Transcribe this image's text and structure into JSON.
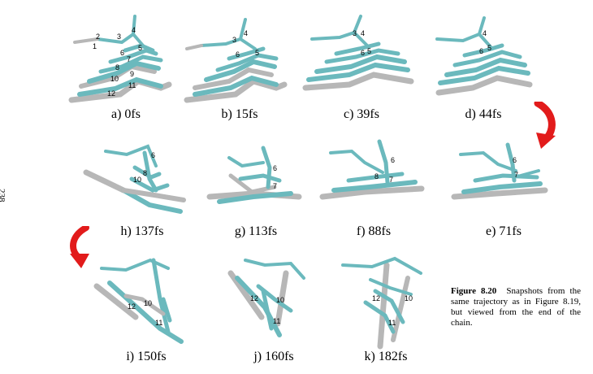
{
  "page_number": "238",
  "caption": {
    "title": "Figure 8.20",
    "body": "Snapshots from the same trajectory as in Figure 8.19, but viewed from the end of the chain."
  },
  "colors": {
    "bond_teal": "#6bb9bd",
    "bond_gray": "#b7b7b7",
    "arrow_red": "#e21b1b"
  },
  "icons": {
    "turn_arrow_top": "curved-arrow-down-icon",
    "turn_arrow_mid": "curved-arrow-down-icon"
  },
  "panels": [
    {
      "id": "a",
      "label": "a) 0fs",
      "atoms": [
        "1",
        "2",
        "3",
        "4",
        "5",
        "6",
        "7",
        "8",
        "9",
        "10",
        "11",
        "12"
      ]
    },
    {
      "id": "b",
      "label": "b) 15fs",
      "atoms": [
        "3",
        "4",
        "5",
        "6"
      ]
    },
    {
      "id": "c",
      "label": "c) 39fs",
      "atoms": [
        "3",
        "4",
        "5",
        "6"
      ]
    },
    {
      "id": "d",
      "label": "d) 44fs",
      "atoms": [
        "4",
        "5",
        "6"
      ]
    },
    {
      "id": "h",
      "label": "h) 137fs",
      "atoms": [
        "6",
        "8",
        "10"
      ]
    },
    {
      "id": "g",
      "label": "g) 113fs",
      "atoms": [
        "6",
        "7"
      ]
    },
    {
      "id": "f",
      "label": "f) 88fs",
      "atoms": [
        "6",
        "7",
        "8"
      ]
    },
    {
      "id": "e",
      "label": "e) 71fs",
      "atoms": [
        "6",
        "7"
      ]
    },
    {
      "id": "i",
      "label": "i) 150fs",
      "atoms": [
        "10",
        "11",
        "12"
      ]
    },
    {
      "id": "j",
      "label": "j) 160fs",
      "atoms": [
        "10",
        "11",
        "12"
      ]
    },
    {
      "id": "k",
      "label": "k) 182fs",
      "atoms": [
        "10",
        "11",
        "12"
      ]
    }
  ]
}
